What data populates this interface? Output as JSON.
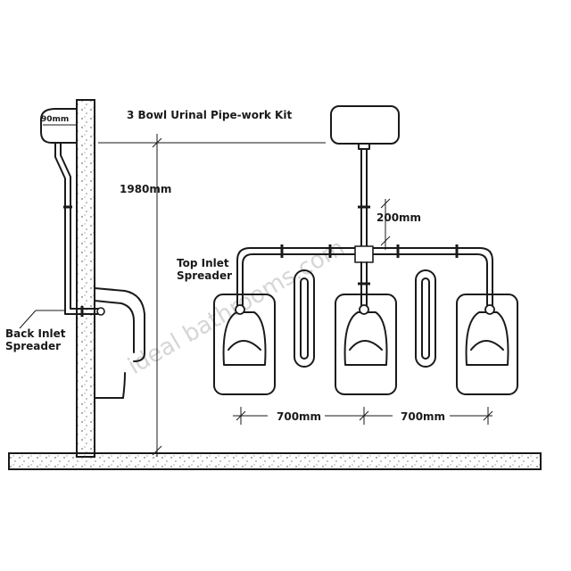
{
  "title": "3 Bowl Urinal Pipe-work Kit",
  "labels": {
    "top_gap": "90mm",
    "height": "1980mm",
    "drop": "200mm",
    "top_inlet": [
      "Top Inlet",
      "Spreader"
    ],
    "back_inlet": [
      "Back Inlet",
      "Spreader"
    ],
    "spacing_1": "700mm",
    "spacing_2": "700mm"
  },
  "watermark": "ideal bathrooms.com"
}
